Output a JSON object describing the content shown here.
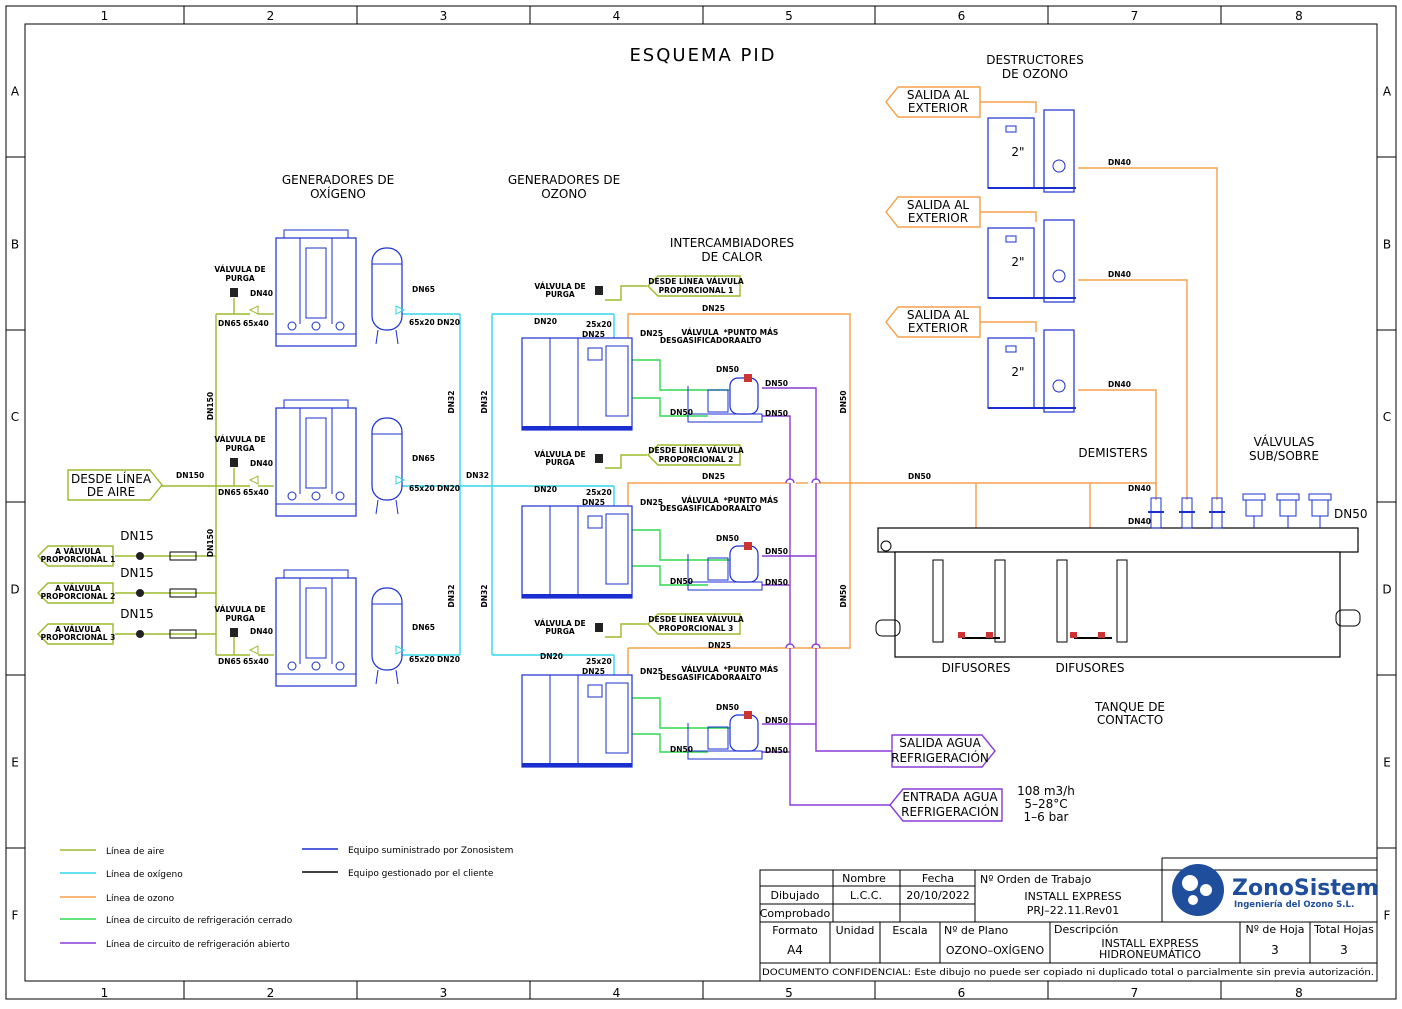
{
  "frame": {
    "columns": [
      "1",
      "2",
      "3",
      "4",
      "5",
      "6",
      "7",
      "8"
    ],
    "rows": [
      "A",
      "B",
      "C",
      "D",
      "E",
      "F"
    ]
  },
  "title": "ESQUEMA PID",
  "sections": {
    "gen_oxigeno": [
      "GENERADORES DE",
      "OXÍGENO"
    ],
    "gen_ozono": [
      "GENERADORES DE",
      "OZONO"
    ],
    "intercambiadores": [
      "INTERCAMBIADORES",
      "DE CALOR"
    ],
    "destructores": [
      "DESTRUCTORES",
      "DE OZONO"
    ],
    "demisters": "DEMISTERS",
    "valvulas_sub": [
      "VÁLVULAS",
      "SUB/SOBRE"
    ],
    "difusores": "DIFUSORES",
    "tanque": [
      "TANQUE DE",
      "CONTACTO"
    ]
  },
  "labels": {
    "desde_linea_aire": [
      "DESDE LÍNEA",
      "DE AIRE"
    ],
    "a_valvula_prop": [
      [
        "A VÁLVULA",
        "PROPORCIONAL 1"
      ],
      [
        "A VÁLVULA",
        "PROPORCIONAL 2"
      ],
      [
        "A VÁLVULA",
        "PROPORCIONAL 3"
      ]
    ],
    "dn15": "DN15",
    "valvula_purga": [
      "VÁLVULA DE",
      "PURGA"
    ],
    "desde_linea_valvula": [
      [
        "DESDE LÍNEA VÁLVULA",
        "PROPORCIONAL 1"
      ],
      [
        "DESDE LÍNEA VÁLVULA",
        "PROPORCIONAL 2"
      ],
      [
        "DESDE LÍNEA VÁLVULA",
        "PROPORCIONAL 3"
      ]
    ],
    "valvula_desgas": [
      "VÁLVULA",
      "DESGASIFICADORA"
    ],
    "punto_mas_alto": [
      "*PUNTO MÁS",
      "ALTO"
    ],
    "salida_exterior": [
      "SALIDA AL",
      "EXTERIOR"
    ],
    "salida_agua": [
      "SALIDA AGUA",
      "REFRIGERACIÓN"
    ],
    "entrada_agua": [
      "ENTRADA AGUA",
      "REFRIGERACIÓN"
    ],
    "flow_spec": [
      "108 m3/h",
      "5–28°C",
      "1–6 bar"
    ],
    "two_inch": "2\"",
    "dn": {
      "dn40": "DN40",
      "dn65": "DN65",
      "dn150": "DN150",
      "dn20": "DN20",
      "dn32": "DN32",
      "dn25": "DN25",
      "dn50": "DN50",
      "r65x40": "65x40",
      "r65x20": "65x20",
      "r25x20": "25x20"
    }
  },
  "legend": [
    {
      "label": "Línea de aire",
      "color": "#9aba2a"
    },
    {
      "label": "Línea de oxígeno",
      "color": "#33d6ea"
    },
    {
      "label": "Línea de ozono",
      "color": "#f5a04a"
    },
    {
      "label": "Línea de circuito de refrigeración cerrado",
      "color": "#2fd84e"
    },
    {
      "label": "Línea de circuito de refrigeración abierto",
      "color": "#8a3bd6"
    },
    {
      "label": "Equipo suministrado por Zonosistem",
      "color": "#1a2fd0"
    },
    {
      "label": "Equipo gestionado por el cliente",
      "color": "#000000"
    }
  ],
  "title_block": {
    "h_nombre": "Nombre",
    "h_fecha": "Fecha",
    "dibujado": "Dibujado",
    "comprobado": "Comprobado",
    "nombre": "L.C.C.",
    "fecha": "20/10/2022",
    "orden_label": "Nº Orden de Trabajo",
    "orden_1": "INSTALL EXPRESS",
    "orden_2": "PRJ–22.11.Rev01",
    "formato_label": "Formato",
    "formato": "A4",
    "unidad_label": "Unidad",
    "escala_label": "Escala",
    "plano_label": "Nº de Plano",
    "plano": "OZONO–OXÍGENO",
    "desc_label": "Descripción",
    "desc_1": "INSTALL EXPRESS",
    "desc_2": "HIDRONEUMÁTICO",
    "hoja_label": "Nº de Hoja",
    "hoja": "3",
    "total_label": "Total Hojas",
    "total": "3",
    "footer": "DOCUMENTO CONFIDENCIAL: Este dibujo no puede ser copiado ni duplicado total o parcialmente sin previa autorización."
  },
  "logo": {
    "name": "ZonoSistem",
    "sub": "Ingeniería del Ozono S.L.",
    "color": "#1f4e9c"
  }
}
